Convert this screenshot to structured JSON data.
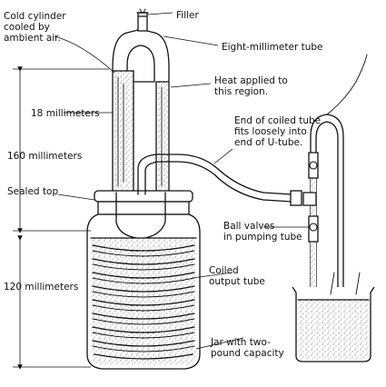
{
  "labels": {
    "cold_cylinder": [
      "Cold cylinder",
      "cooled by",
      "ambient air."
    ],
    "filler": "Filler",
    "eight_mm_tube": "Eight-millimeter tube",
    "heat_applied": [
      "Heat applied to",
      "this region."
    ],
    "dim_18mm": "18 millimeters",
    "dim_160mm": "160 millimeters",
    "dim_120mm": "120 millimeters",
    "coiled_tube_end": [
      "End of coiled tube",
      "fits loosely into",
      "end of U-tube."
    ],
    "sealed_top": "Sealed top",
    "ball_valves": [
      "Ball valves",
      "in pumping tube"
    ],
    "coiled_output": [
      "Coiled",
      "output tube"
    ],
    "jar_capacity": [
      "Jar with two-",
      "pound capacity"
    ]
  },
  "icons": {
    "stipple": "stippled-fluid-pattern",
    "arrow": "dimension-arrow",
    "ball": "ball-valve"
  }
}
